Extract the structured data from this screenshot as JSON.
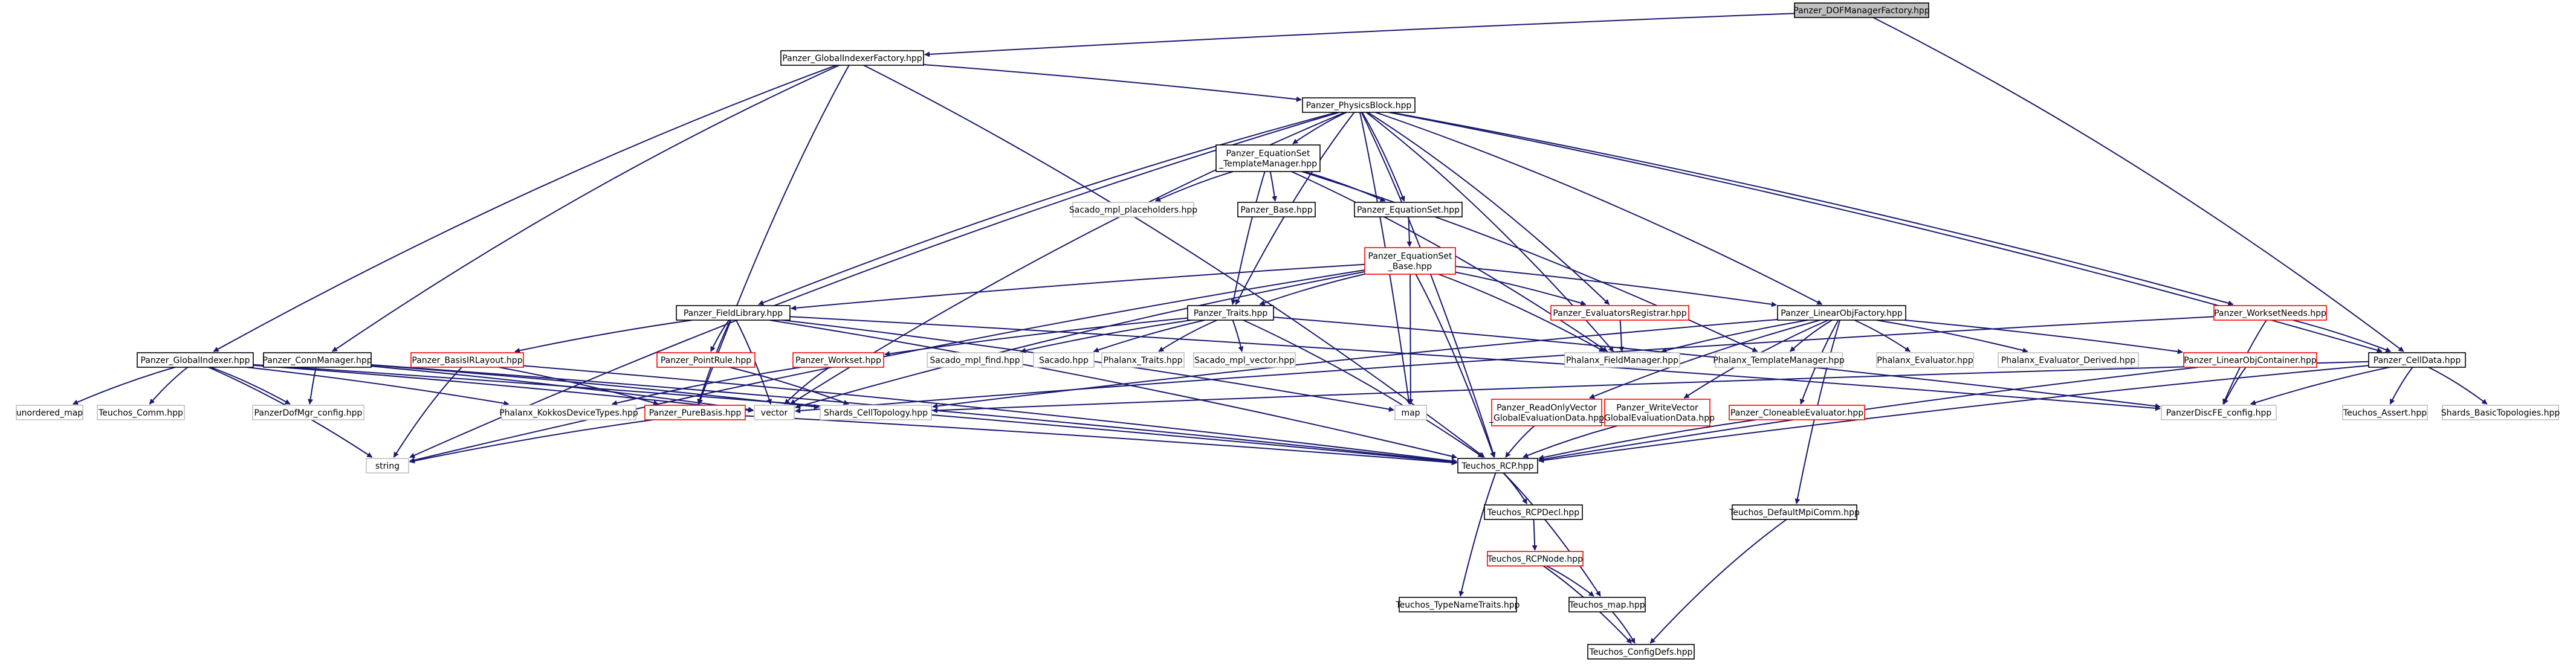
{
  "graph": {
    "colors": {
      "edge": "#191970",
      "border_normal": "#000000",
      "border_truncated": "#ff0000",
      "border_external": "#bfbfbf",
      "root_fill": "#bfbfbf",
      "fill": "#ffffff"
    },
    "nodes": [
      {
        "id": "dof_factory",
        "label": "Panzer_DOFManagerFactory.hpp",
        "style": "root"
      },
      {
        "id": "gi_factory",
        "label": "Panzer_GlobalIndexerFactory.hpp",
        "style": "normal"
      },
      {
        "id": "physics_block",
        "label": "Panzer_PhysicsBlock.hpp",
        "style": "normal"
      },
      {
        "id": "eqset_tm",
        "label": [
          "Panzer_EquationSet",
          "_TemplateManager.hpp"
        ],
        "style": "normal"
      },
      {
        "id": "sacado_mpl_ph",
        "label": "Sacado_mpl_placeholders.hpp",
        "style": "external"
      },
      {
        "id": "panzer_base",
        "label": "Panzer_Base.hpp",
        "style": "normal"
      },
      {
        "id": "eqset",
        "label": "Panzer_EquationSet.hpp",
        "style": "normal"
      },
      {
        "id": "eqset_base",
        "label": [
          "Panzer_EquationSet",
          "_Base.hpp"
        ],
        "style": "truncated"
      },
      {
        "id": "field_library",
        "label": "Panzer_FieldLibrary.hpp",
        "style": "normal"
      },
      {
        "id": "traits",
        "label": "Panzer_Traits.hpp",
        "style": "normal"
      },
      {
        "id": "eval_registrar",
        "label": "Panzer_EvaluatorsRegistrar.hpp",
        "style": "truncated"
      },
      {
        "id": "linobj_factory",
        "label": "Panzer_LinearObjFactory.hpp",
        "style": "normal"
      },
      {
        "id": "workset_needs",
        "label": "Panzer_WorksetNeeds.hpp",
        "style": "truncated"
      },
      {
        "id": "global_indexer",
        "label": "Panzer_GlobalIndexer.hpp",
        "style": "normal"
      },
      {
        "id": "conn_manager",
        "label": "Panzer_ConnManager.hpp",
        "style": "normal"
      },
      {
        "id": "basis_ir_layout",
        "label": "Panzer_BasisIRLayout.hpp",
        "style": "truncated"
      },
      {
        "id": "point_rule",
        "label": "Panzer_PointRule.hpp",
        "style": "truncated"
      },
      {
        "id": "workset",
        "label": "Panzer_Workset.hpp",
        "style": "truncated"
      },
      {
        "id": "sacado_mpl_find",
        "label": "Sacado_mpl_find.hpp",
        "style": "external"
      },
      {
        "id": "sacado",
        "label": "Sacado.hpp",
        "style": "external"
      },
      {
        "id": "phalanx_traits",
        "label": "Phalanx_Traits.hpp",
        "style": "external"
      },
      {
        "id": "sacado_mpl_vector",
        "label": "Sacado_mpl_vector.hpp",
        "style": "external"
      },
      {
        "id": "phalanx_fm",
        "label": "Phalanx_FieldManager.hpp",
        "style": "external"
      },
      {
        "id": "phalanx_tm",
        "label": "Phalanx_TemplateManager.hpp",
        "style": "external"
      },
      {
        "id": "phalanx_eval",
        "label": "Phalanx_Evaluator.hpp",
        "style": "external"
      },
      {
        "id": "phalanx_eval_derived",
        "label": "Phalanx_Evaluator_Derived.hpp",
        "style": "external"
      },
      {
        "id": "linobj_container",
        "label": "Panzer_LinearObjContainer.hpp",
        "style": "truncated"
      },
      {
        "id": "cell_data",
        "label": "Panzer_CellData.hpp",
        "style": "normal"
      },
      {
        "id": "unordered_map",
        "label": "unordered_map",
        "style": "external"
      },
      {
        "id": "teuchos_comm",
        "label": "Teuchos_Comm.hpp",
        "style": "external"
      },
      {
        "id": "dofmgr_config",
        "label": "PanzerDofMgr_config.hpp",
        "style": "external"
      },
      {
        "id": "kokkos_types",
        "label": "Phalanx_KokkosDeviceTypes.hpp",
        "style": "external"
      },
      {
        "id": "pure_basis",
        "label": "Panzer_PureBasis.hpp",
        "style": "truncated"
      },
      {
        "id": "vector",
        "label": "vector",
        "style": "external"
      },
      {
        "id": "shards_ct",
        "label": "Shards_CellTopology.hpp",
        "style": "external"
      },
      {
        "id": "map",
        "label": "map",
        "style": "external"
      },
      {
        "id": "readonly_vec",
        "label": [
          "Panzer_ReadOnlyVector",
          "_GlobalEvaluationData.hpp"
        ],
        "style": "truncated"
      },
      {
        "id": "writable_vec",
        "label": [
          "Panzer_WriteVector",
          "_GlobalEvaluationData.hpp"
        ],
        "style": "truncated"
      },
      {
        "id": "cloneable_eval",
        "label": "Panzer_CloneableEvaluator.hpp",
        "style": "truncated"
      },
      {
        "id": "discfe_config",
        "label": "PanzerDiscFE_config.hpp",
        "style": "external"
      },
      {
        "id": "teuchos_assert",
        "label": "Teuchos_Assert.hpp",
        "style": "external"
      },
      {
        "id": "shards_bt",
        "label": "Shards_BasicTopologies.hpp",
        "style": "external"
      },
      {
        "id": "string",
        "label": "string",
        "style": "external"
      },
      {
        "id": "rcp",
        "label": "Teuchos_RCP.hpp",
        "style": "normal"
      },
      {
        "id": "rcp_decl",
        "label": "Teuchos_RCPDecl.hpp",
        "style": "normal"
      },
      {
        "id": "default_mpi_comm",
        "label": "Teuchos_DefaultMpiComm.hpp",
        "style": "normal"
      },
      {
        "id": "rcp_node",
        "label": "Teuchos_RCPNode.hpp",
        "style": "truncated"
      },
      {
        "id": "type_name_traits",
        "label": "Teuchos_TypeNameTraits.hpp",
        "style": "normal"
      },
      {
        "id": "teuchos_map",
        "label": "Teuchos_map.hpp",
        "style": "normal"
      },
      {
        "id": "config_defs",
        "label": "Teuchos_ConfigDefs.hpp",
        "style": "normal"
      }
    ],
    "edges": [
      [
        "dof_factory",
        "gi_factory"
      ],
      [
        "dof_factory",
        "cell_data"
      ],
      [
        "gi_factory",
        "physics_block"
      ],
      [
        "gi_factory",
        "global_indexer"
      ],
      [
        "gi_factory",
        "conn_manager"
      ],
      [
        "gi_factory",
        "pure_basis"
      ],
      [
        "gi_factory",
        "rcp"
      ],
      [
        "physics_block",
        "eqset_tm"
      ],
      [
        "physics_block",
        "eqset"
      ],
      [
        "physics_block",
        "field_library"
      ],
      [
        "physics_block",
        "traits"
      ],
      [
        "physics_block",
        "eval_registrar"
      ],
      [
        "physics_block",
        "linobj_factory"
      ],
      [
        "physics_block",
        "workset_needs"
      ],
      [
        "physics_block",
        "cell_data"
      ],
      [
        "physics_block",
        "phalanx_fm"
      ],
      [
        "physics_block",
        "map"
      ],
      [
        "physics_block",
        "vector"
      ],
      [
        "physics_block",
        "string"
      ],
      [
        "physics_block",
        "rcp"
      ],
      [
        "eqset_tm",
        "sacado_mpl_ph"
      ],
      [
        "eqset_tm",
        "panzer_base"
      ],
      [
        "eqset_tm",
        "eqset"
      ],
      [
        "eqset_tm",
        "traits"
      ],
      [
        "eqset_tm",
        "phalanx_tm"
      ],
      [
        "eqset_tm",
        "phalanx_fm"
      ],
      [
        "eqset",
        "eqset_base"
      ],
      [
        "eqset_base",
        "field_library"
      ],
      [
        "eqset_base",
        "traits"
      ],
      [
        "eqset_base",
        "eval_registrar"
      ],
      [
        "eqset_base",
        "linobj_factory"
      ],
      [
        "eqset_base",
        "phalanx_fm"
      ],
      [
        "eqset_base",
        "vector"
      ],
      [
        "eqset_base",
        "map"
      ],
      [
        "eqset_base",
        "string"
      ],
      [
        "eqset_base",
        "rcp"
      ],
      [
        "field_library",
        "basis_ir_layout"
      ],
      [
        "field_library",
        "point_rule"
      ],
      [
        "field_library",
        "pure_basis"
      ],
      [
        "field_library",
        "vector"
      ],
      [
        "field_library",
        "rcp"
      ],
      [
        "field_library",
        "map"
      ],
      [
        "field_library",
        "discfe_config"
      ],
      [
        "traits",
        "workset"
      ],
      [
        "traits",
        "sacado_mpl_find"
      ],
      [
        "traits",
        "sacado"
      ],
      [
        "traits",
        "phalanx_traits"
      ],
      [
        "traits",
        "sacado_mpl_vector"
      ],
      [
        "traits",
        "discfe_config"
      ],
      [
        "traits",
        "rcp"
      ],
      [
        "eval_registrar",
        "phalanx_fm"
      ],
      [
        "linobj_factory",
        "phalanx_tm"
      ],
      [
        "linobj_factory",
        "phalanx_fm"
      ],
      [
        "linobj_factory",
        "phalanx_eval"
      ],
      [
        "linobj_factory",
        "phalanx_eval_derived"
      ],
      [
        "linobj_factory",
        "linobj_container"
      ],
      [
        "linobj_factory",
        "readonly_vec"
      ],
      [
        "linobj_factory",
        "writable_vec"
      ],
      [
        "linobj_factory",
        "cloneable_eval"
      ],
      [
        "linobj_factory",
        "default_mpi_comm"
      ],
      [
        "linobj_factory",
        "shards_ct"
      ],
      [
        "workset_needs",
        "cell_data"
      ],
      [
        "workset_needs",
        "discfe_config"
      ],
      [
        "workset_needs",
        "vector"
      ],
      [
        "global_indexer",
        "unordered_map"
      ],
      [
        "global_indexer",
        "teuchos_comm"
      ],
      [
        "global_indexer",
        "dofmgr_config"
      ],
      [
        "global_indexer",
        "kokkos_types"
      ],
      [
        "global_indexer",
        "vector"
      ],
      [
        "global_indexer",
        "string"
      ],
      [
        "global_indexer",
        "rcp"
      ],
      [
        "conn_manager",
        "dofmgr_config"
      ],
      [
        "conn_manager",
        "shards_ct"
      ],
      [
        "conn_manager",
        "vector"
      ],
      [
        "conn_manager",
        "rcp"
      ],
      [
        "basis_ir_layout",
        "pure_basis"
      ],
      [
        "basis_ir_layout",
        "string"
      ],
      [
        "basis_ir_layout",
        "rcp"
      ],
      [
        "point_rule",
        "shards_ct"
      ],
      [
        "workset",
        "kokkos_types"
      ],
      [
        "workset",
        "vector"
      ],
      [
        "pure_basis",
        "string"
      ],
      [
        "pure_basis",
        "rcp"
      ],
      [
        "linobj_container",
        "discfe_config"
      ],
      [
        "linobj_container",
        "rcp"
      ],
      [
        "cell_data",
        "teuchos_assert"
      ],
      [
        "cell_data",
        "shards_bt"
      ],
      [
        "cell_data",
        "discfe_config"
      ],
      [
        "cell_data",
        "shards_ct"
      ],
      [
        "cell_data",
        "rcp"
      ],
      [
        "readonly_vec",
        "rcp"
      ],
      [
        "writable_vec",
        "rcp"
      ],
      [
        "cloneable_eval",
        "rcp"
      ],
      [
        "rcp",
        "rcp_decl"
      ],
      [
        "rcp",
        "type_name_traits"
      ],
      [
        "rcp",
        "teuchos_map"
      ],
      [
        "rcp_decl",
        "rcp_node"
      ],
      [
        "rcp_node",
        "teuchos_map"
      ],
      [
        "rcp_node",
        "config_defs"
      ],
      [
        "teuchos_map",
        "config_defs"
      ],
      [
        "default_mpi_comm",
        "config_defs"
      ]
    ]
  }
}
